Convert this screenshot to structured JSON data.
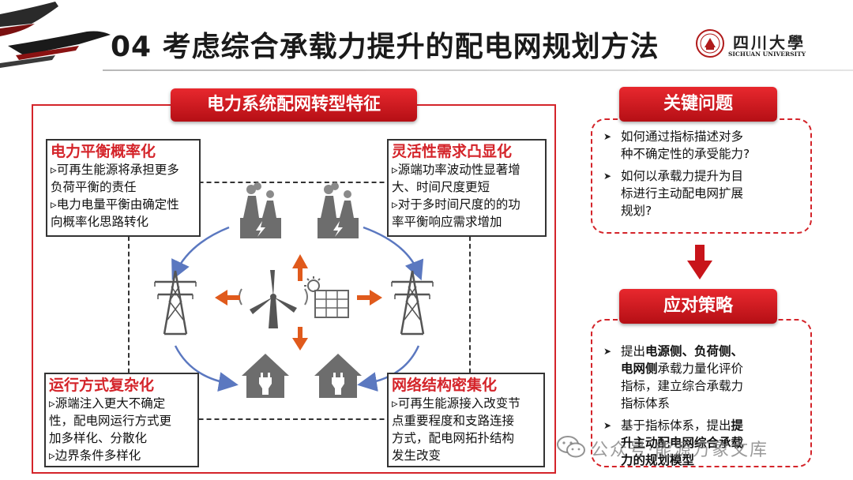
{
  "header": {
    "title": "04 考虑综合承载力提升的配电网规划方法",
    "university_name": "四川大學",
    "university_en": "SICHUAN UNIVERSITY"
  },
  "main_panel": {
    "heading": "电力系统配网转型特征",
    "features": [
      {
        "title": "电力平衡概率化",
        "lines": [
          "▹可再生能源将承担更多",
          "负荷平衡的责任",
          "▹电力电量平衡由确定性",
          "向概率化思路转化"
        ]
      },
      {
        "title": "灵活性需求凸显化",
        "lines": [
          "▹源端功率波动性显著增",
          "大、时间尺度更短",
          "▹对于多时间尺度的的功",
          "率平衡响应需求增加"
        ]
      },
      {
        "title": "运行方式复杂化",
        "lines": [
          "▹源端注入更大不确定",
          "性，配电网运行方式更",
          "加多样化、分散化",
          "▹边界条件多样化"
        ]
      },
      {
        "title": "网络结构密集化",
        "lines": [
          "▹可再生能源接入改变节",
          "点重要程度和支路连接",
          "方式，配电网拓扑结构",
          "发生改变"
        ]
      }
    ],
    "icons": [
      "power-plant-icon",
      "power-plant-icon",
      "transmission-tower-icon",
      "wind-turbine-icon",
      "solar-panel-icon",
      "transmission-tower-icon",
      "house-plug-icon",
      "house-plug-icon"
    ]
  },
  "key_issues": {
    "heading": "关键问题",
    "items": [
      {
        "lines": [
          "如何通过指标描述对多",
          "种不确定性的承受能力?"
        ]
      },
      {
        "lines": [
          "如何以承载力提升为目",
          "标进行主动配电网扩展",
          "规划?"
        ]
      }
    ]
  },
  "strategy": {
    "heading": "应对策略",
    "item1": {
      "l1_a": "提出",
      "l1_b": "电源侧、负荷侧、",
      "l2_a": "电网侧",
      "l2_b": "承载力量化评价",
      "l3": "指标，建立综合承载力",
      "l4": "指标体系"
    },
    "item2": {
      "l1_a": "基于指标体系，提出",
      "l1_b": "提",
      "l2": "升主动配电网综合承载",
      "l3": "力的规划模型"
    }
  },
  "watermark": {
    "text": "公众号·能源万象文库"
  },
  "colors": {
    "accent_red": "#d4242a",
    "arrow_orange": "#e05a1c",
    "flow_blue": "#5b78c0",
    "icon_gray": "#6d6d6d"
  }
}
